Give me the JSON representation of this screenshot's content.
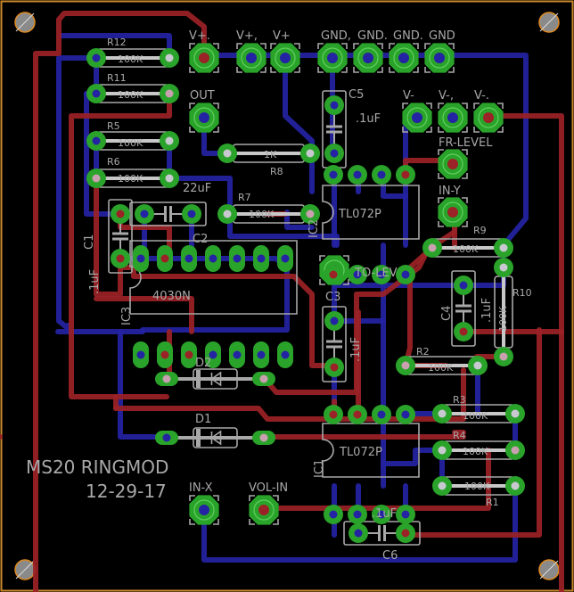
{
  "board": {
    "title": "MS20 RINGMOD",
    "date": "12-29-17",
    "colors": {
      "background": "#000000",
      "border": "#c88a2a",
      "top_trace": "#9b2226",
      "bottom_trace": "#2423a3",
      "pad": "#2aa32a",
      "silkscreen": "#a8a8a8",
      "hole": "#c8c8d0"
    }
  },
  "connectors": [
    {
      "id": "vplus1",
      "label": "V+."
    },
    {
      "id": "vplus2",
      "label": "V+,"
    },
    {
      "id": "vplus3",
      "label": "V+"
    },
    {
      "id": "gnd1",
      "label": "GND,"
    },
    {
      "id": "gnd2",
      "label": "GND."
    },
    {
      "id": "gnd3",
      "label": "GND."
    },
    {
      "id": "gnd4",
      "label": "GND"
    },
    {
      "id": "out",
      "label": "OUT"
    },
    {
      "id": "vminus1",
      "label": "V-"
    },
    {
      "id": "vminus2",
      "label": "V-,"
    },
    {
      "id": "vminus3",
      "label": "V-."
    },
    {
      "id": "frlevel",
      "label": "FR-LEVEL"
    },
    {
      "id": "iny",
      "label": "IN-Y"
    },
    {
      "id": "tolev",
      "label": "TO-LEV"
    },
    {
      "id": "inx",
      "label": "IN-X"
    },
    {
      "id": "volin",
      "label": "VOL-IN"
    }
  ],
  "resistors": [
    {
      "ref": "R12",
      "value": "100K"
    },
    {
      "ref": "R11",
      "value": "100K"
    },
    {
      "ref": "R5",
      "value": "100K"
    },
    {
      "ref": "R6",
      "value": "100K"
    },
    {
      "ref": "R8",
      "value": "1K"
    },
    {
      "ref": "R7",
      "value": "100K"
    },
    {
      "ref": "R9",
      "value": "100K"
    },
    {
      "ref": "R10",
      "value": "100K"
    },
    {
      "ref": "R2",
      "value": "100K"
    },
    {
      "ref": "R3",
      "value": "100K"
    },
    {
      "ref": "R4",
      "value": "100K"
    },
    {
      "ref": "R1",
      "value": "100K"
    }
  ],
  "capacitors": [
    {
      "ref": "C1",
      "value": ".1uF"
    },
    {
      "ref": "C2",
      "value": "22uF"
    },
    {
      "ref": "C3",
      "value": ".1uF"
    },
    {
      "ref": "C4",
      "value": ".1uF"
    },
    {
      "ref": "C5",
      "value": ".1uF"
    },
    {
      "ref": "C6",
      "value": ".1uF"
    }
  ],
  "ics": [
    {
      "ref": "IC1",
      "value": "TL072P"
    },
    {
      "ref": "IC2",
      "value": "TL072P"
    },
    {
      "ref": "IC3",
      "value": "4030N"
    }
  ],
  "diodes": [
    {
      "ref": "D1"
    },
    {
      "ref": "D2"
    }
  ]
}
